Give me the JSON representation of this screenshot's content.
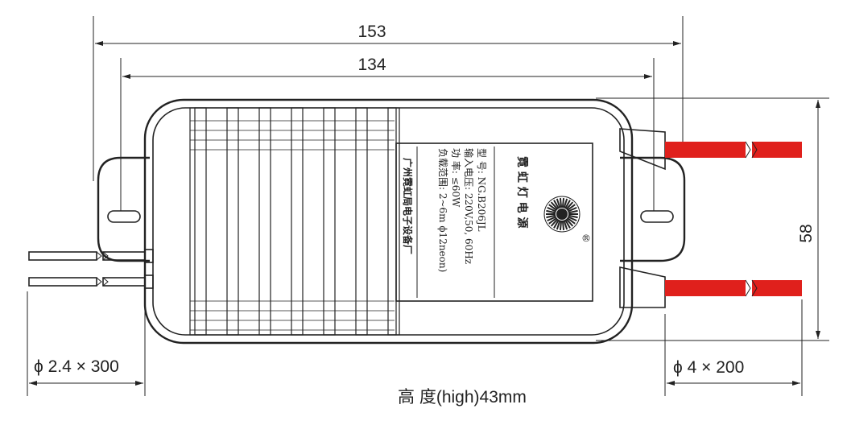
{
  "dimensions": {
    "overall_length": "153",
    "mount_spacing": "134",
    "height_side": "58",
    "input_wire": "ϕ 2.4 × 300",
    "output_wire": "ϕ 4 × 200",
    "depth_note": "高 度(high)43mm"
  },
  "nameplate": {
    "title": "霓 虹 灯 电 源",
    "lines": [
      "型      号: NG.B206JL",
      "输入电压: 220V,50, 60Hz",
      "功      率: ≤60W",
      "负载范围: 2~6m  ϕ12neon)"
    ],
    "maker": "广州霓虹局电子设备厂",
    "registered_mark": "®"
  },
  "colors": {
    "line": "#222222",
    "wire_red": "#e0201c"
  }
}
